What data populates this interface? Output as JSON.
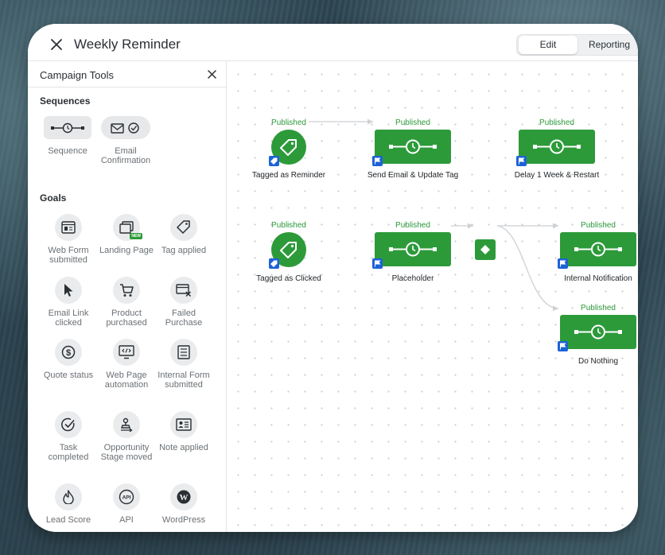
{
  "window": {
    "title": "Weekly Reminder"
  },
  "mode_tabs": {
    "edit": "Edit",
    "reporting": "Reporting"
  },
  "sidebar": {
    "title": "Campaign Tools",
    "sections": {
      "sequences": "Sequences",
      "goals": "Goals"
    },
    "sequences": [
      {
        "label": "Sequence",
        "icon": "sequence-icon"
      },
      {
        "label": "Email Confirmation",
        "icon": "email-check-icon"
      }
    ],
    "goals": [
      {
        "label": "Web Form submitted",
        "icon": "web-form-icon"
      },
      {
        "label": "Landing Page",
        "icon": "landing-page-icon",
        "badge": "NEW"
      },
      {
        "label": "Tag applied",
        "icon": "tag-icon"
      },
      {
        "label": "Email Link clicked",
        "icon": "cursor-icon"
      },
      {
        "label": "Product purchased",
        "icon": "cart-icon"
      },
      {
        "label": "Failed Purchase",
        "icon": "failed-card-icon"
      },
      {
        "label": "Quote status",
        "icon": "dollar-icon"
      },
      {
        "label": "Web Page automation",
        "icon": "web-code-icon"
      },
      {
        "label": "Internal Form submitted",
        "icon": "form-icon"
      },
      {
        "label": "Task completed",
        "icon": "check-circle-icon"
      },
      {
        "label": "Opportunity Stage moved",
        "icon": "stage-icon"
      },
      {
        "label": "Note applied",
        "icon": "note-icon"
      },
      {
        "label": "Lead Score",
        "icon": "flame-icon"
      },
      {
        "label": "API",
        "icon": "api-icon"
      },
      {
        "label": "WordPress",
        "icon": "wordpress-icon"
      }
    ]
  },
  "canvas": {
    "status_label": "Published",
    "nodes": [
      {
        "label": "Tagged as Reminder",
        "status": "Published",
        "kind": "goal"
      },
      {
        "label": "Send Email & Update Tag",
        "status": "Published",
        "kind": "sequence"
      },
      {
        "label": "Delay 1 Week & Restart",
        "status": "Published",
        "kind": "sequence"
      },
      {
        "label": "Tagged as Clicked",
        "status": "Published",
        "kind": "goal"
      },
      {
        "label": "Placeholder",
        "status": "Published",
        "kind": "sequence"
      },
      {
        "label": "Internal Notification",
        "status": "Published",
        "kind": "sequence"
      },
      {
        "label": "Do Nothing",
        "status": "Published",
        "kind": "sequence"
      }
    ]
  },
  "colors": {
    "node_green": "#2d9a3a",
    "badge_blue": "#1c63d6",
    "published_text": "#2d9a3a"
  }
}
